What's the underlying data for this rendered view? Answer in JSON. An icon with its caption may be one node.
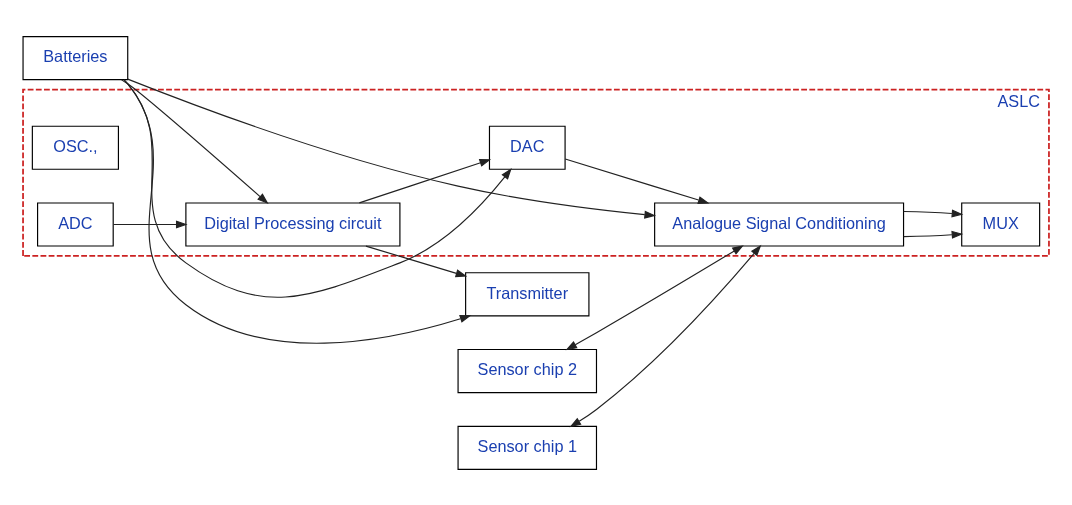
{
  "diagram": {
    "nodes": [
      {
        "text": [
          "ASLC"
        ]
      },
      {
        "text": [
          "Sensor chip 2"
        ]
      },
      {
        "text": [
          "Sensor chip 1"
        ]
      },
      {
        "text": [
          "Analogue Signal Conditioning"
        ],
        "in": 0
      },
      {
        "text": [
          "MUX"
        ],
        "in": 0
      },
      {
        "text": [
          "OSC.,"
        ],
        "in": 0
      },
      {
        "text": [
          "ADC"
        ],
        "in": 0
      },
      {
        "text": [
          "Digital Processing circuit"
        ],
        "in": 0
      },
      {
        "text": [
          "DAC"
        ],
        "in": 0
      },
      {
        "text": [
          "Transmitter"
        ]
      },
      {
        "text": [
          "Batteries"
        ]
      }
    ],
    "edges": [
      {
        "from": 1,
        "to": 3,
        "arrow": "both"
      },
      {
        "from": 2,
        "to": 3,
        "arrow": "both"
      },
      {
        "from": 3,
        "to": 4,
        "arrow": "to"
      },
      {
        "from": 3,
        "to": 4,
        "arrow": "to"
      },
      {
        "from": 6,
        "to": 7,
        "arrow": "to"
      },
      {
        "from": 8,
        "to": 3,
        "arrow": "to"
      },
      {
        "from": 7,
        "to": 8,
        "arrow": "to"
      },
      {
        "from": 7,
        "to": 9,
        "arrow": "to"
      },
      {
        "from": 10,
        "to": 3,
        "arrow": "to"
      },
      {
        "from": 10,
        "to": 8,
        "arrow": "to"
      },
      {
        "from": 10,
        "to": 7,
        "arrow": "to"
      },
      {
        "from": 10,
        "to": 9,
        "arrow": "to"
      }
    ]
  }
}
